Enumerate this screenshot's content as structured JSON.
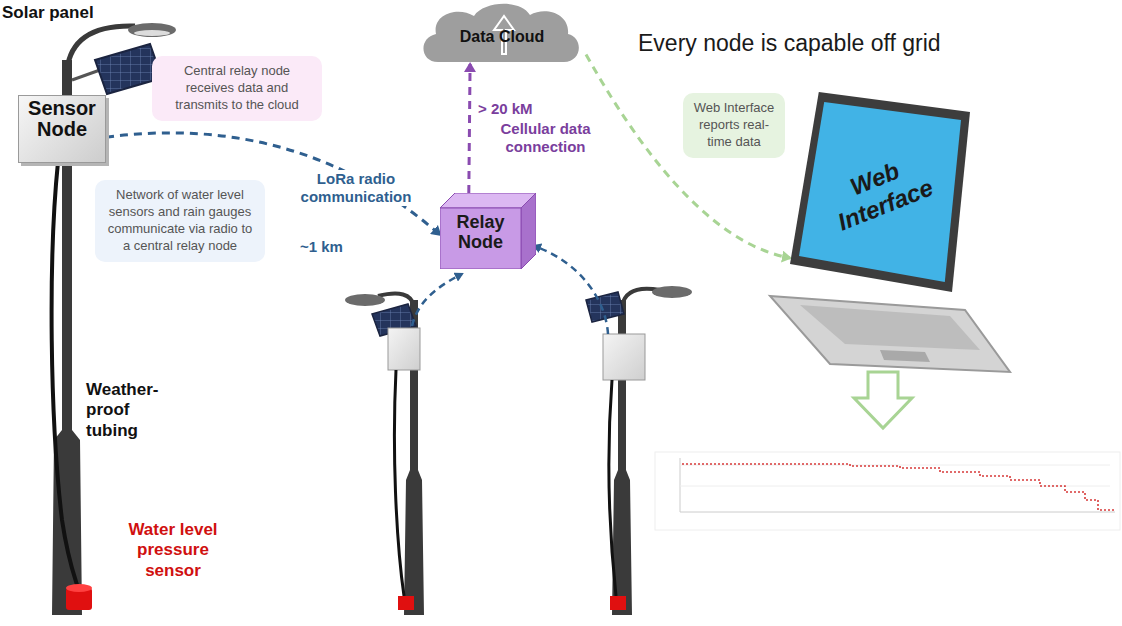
{
  "diagram": {
    "title": "Every node is capable off grid",
    "nodes": [
      {
        "text": [
          "Sensor Node"
        ]
      },
      {
        "text": [
          "Central relay node receives data and transmits to the cloud"
        ]
      },
      {
        "text": [
          "Data Cloud"
        ]
      },
      {
        "text": [
          "Network of water level sensors and rain gauges communicate via radio to a central relay node"
        ]
      },
      {
        "text": [
          "Relay Node"
        ]
      },
      {
        "text": [
          "Web Interface reports real-time data"
        ]
      },
      {
        "text": [
          "Web Interface"
        ]
      }
    ],
    "edges": [
      {
        "from": 0,
        "to": 4,
        "arrow": "to"
      },
      {
        "from": 4,
        "to": 2,
        "arrow": "to"
      },
      {
        "from": 2,
        "to": 6,
        "arrow": "to"
      }
    ],
    "labels": [
      "Solar panel",
      "LoRa radio communication",
      "~1 km",
      "> 20 kM",
      "Cellular data connection",
      "Weather-proof tubing",
      "Water level pressure sensor"
    ]
  }
}
